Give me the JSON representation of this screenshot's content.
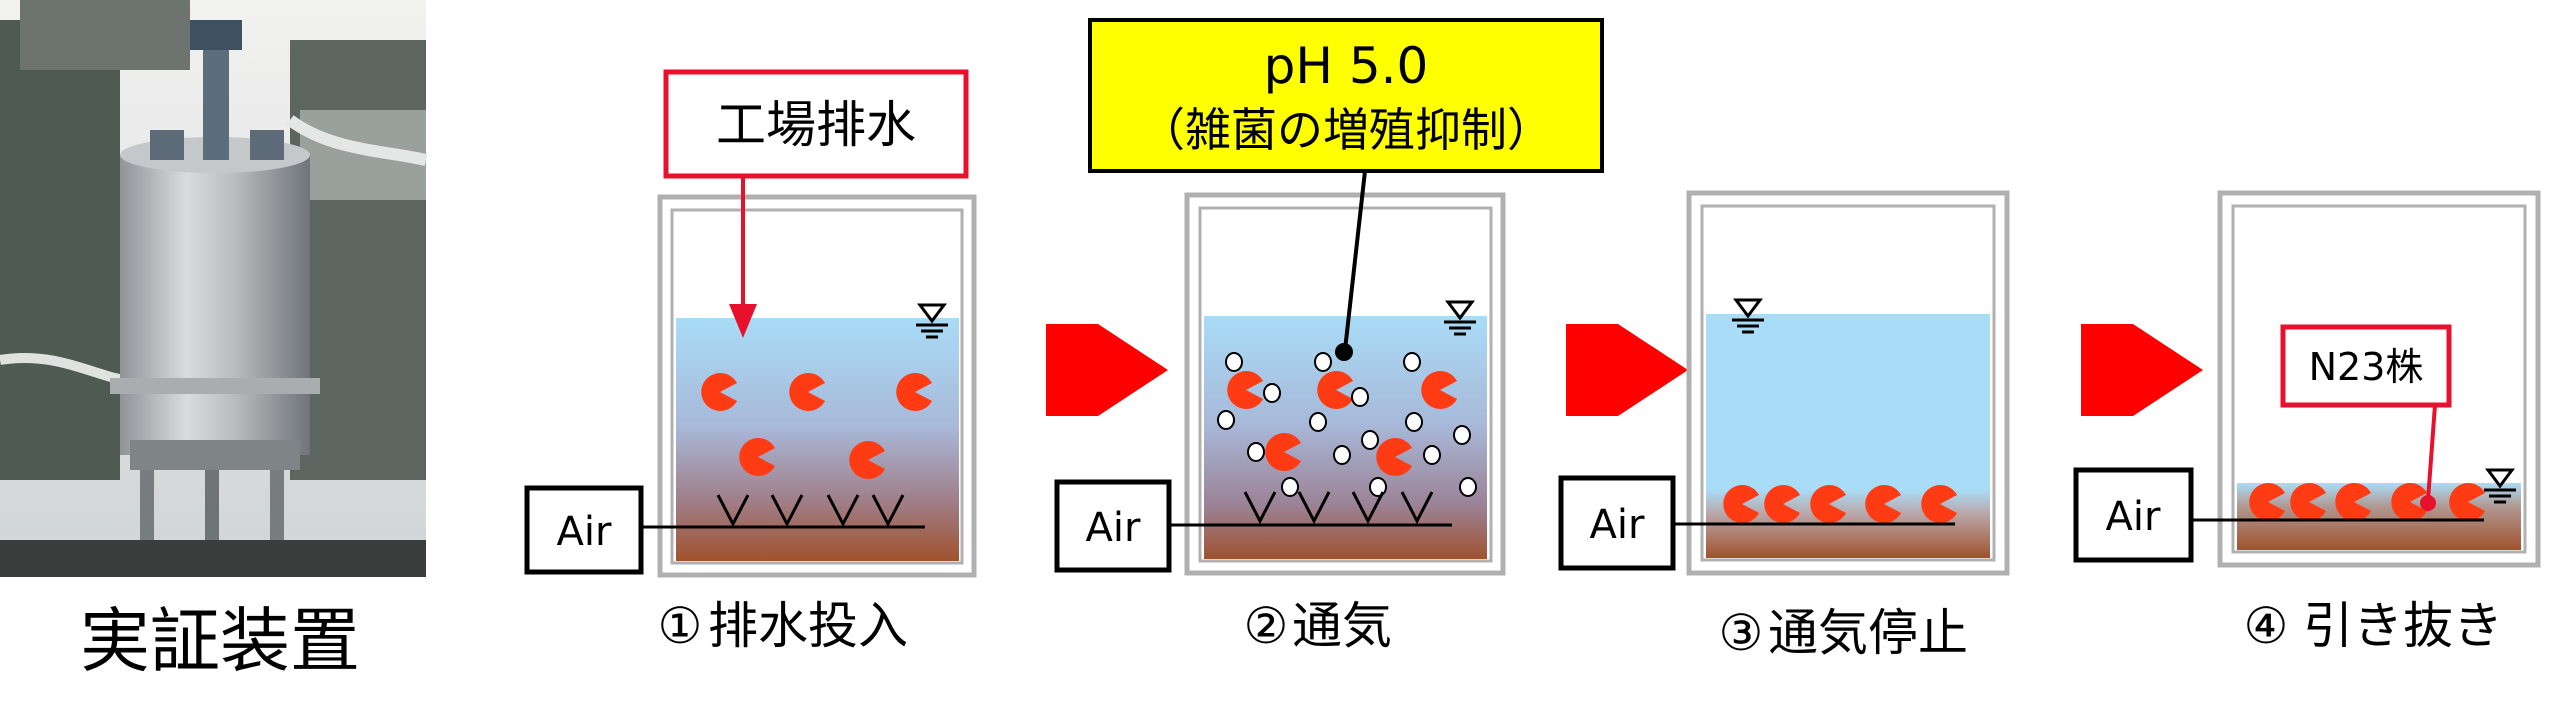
{
  "photo": {
    "caption": "実証装置"
  },
  "steps": [
    {
      "number": "①",
      "label": "排水投入",
      "air_label": "Air",
      "callout": "工場排水"
    },
    {
      "number": "②",
      "label": "通気",
      "air_label": "Air",
      "callout_line1": "pH 5.0",
      "callout_line2": "（雑菌の増殖抑制）"
    },
    {
      "number": "③",
      "label": "通気停止",
      "air_label": "Air"
    },
    {
      "number": "④",
      "label": "引き抜き",
      "air_label": "Air",
      "callout": "N23株"
    }
  ],
  "colors": {
    "water_top": "#a9dcf7",
    "sludge": "#a0522d",
    "microbe": "#ff3b14",
    "arrow": "#ff0000",
    "callout_border": "#e8112d",
    "ph_box": "#ffff00"
  },
  "icons": [
    "water-level-icon",
    "microbe-icon",
    "air-bubble-icon",
    "aerator-nozzle-icon",
    "flow-arrow-icon"
  ]
}
